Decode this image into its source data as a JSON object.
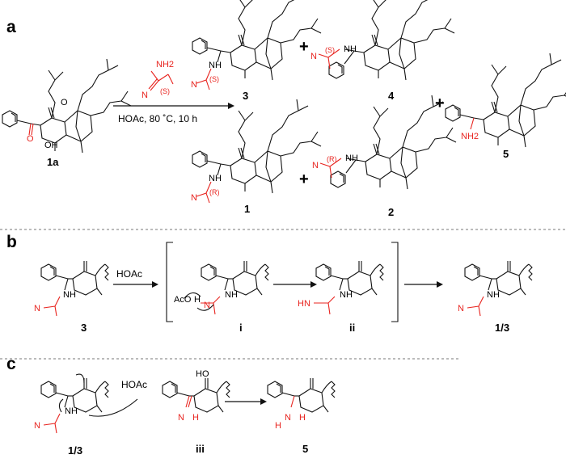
{
  "panels": {
    "a": "a",
    "b": "b",
    "c": "c"
  },
  "panel_a": {
    "reagent": {
      "nh2": "NH2",
      "n": "N",
      "stereo": "(S)"
    },
    "conditions": "HOAc, 80 ˚C, 10 h",
    "start_label": "1a",
    "start_atoms": {
      "o": "O",
      "oh": "OH",
      "o_bridge": "O"
    },
    "products": [
      {
        "label": "3",
        "stereo": "(S)"
      },
      {
        "label": "4",
        "stereo": "(S)"
      },
      {
        "label": "5",
        "nh2": "NH2"
      },
      {
        "label": "1",
        "stereo": "(R)"
      },
      {
        "label": "2",
        "stereo": "(R)"
      }
    ],
    "plus": "+"
  },
  "panel_b": {
    "reagent": "HOAc",
    "labels": [
      "3",
      "i",
      "ii",
      "1/3"
    ],
    "acoh": "AcO",
    "h": "H",
    "nh": "NH",
    "hn": "HN",
    "n": "N"
  },
  "panel_c": {
    "reagent": "HOAc",
    "labels": [
      "1/3",
      "iii",
      "5"
    ],
    "ho": "HO",
    "nh": "N",
    "h": "H"
  },
  "colors": {
    "highlight": "#e8241f",
    "ink": "#111111"
  }
}
